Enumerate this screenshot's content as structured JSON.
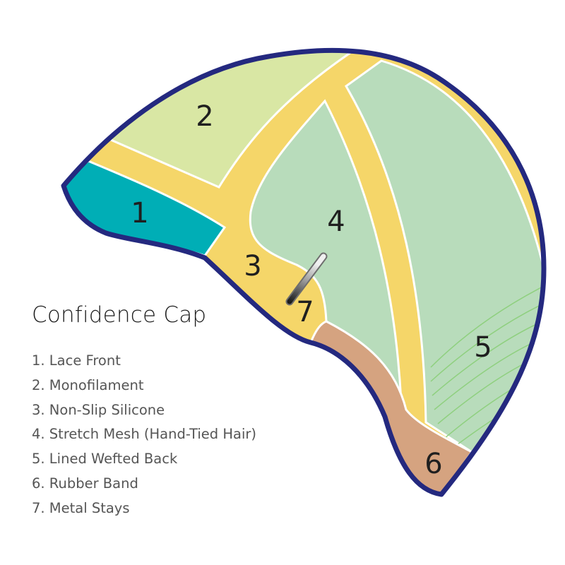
{
  "title": "Confidence Cap",
  "colors": {
    "outline": "#24297f",
    "lace_front": "#00aeb6",
    "monofilament": "#d9e7a4",
    "silicone": "#f5d669",
    "stretch_mesh": "#b8dcbb",
    "wefted_back": "#b8dcbb",
    "rubber_band": "#d5a380",
    "weft_lines": "#8fd07f"
  },
  "regions": [
    {
      "id": "1",
      "name": "Lace Front"
    },
    {
      "id": "2",
      "name": "Monofilament"
    },
    {
      "id": "3",
      "name": "Non-Slip Silicone"
    },
    {
      "id": "4",
      "name": "Stretch Mesh (Hand-Tied Hair)"
    },
    {
      "id": "5",
      "name": "Lined Wefted Back"
    },
    {
      "id": "6",
      "name": "Rubber Band"
    },
    {
      "id": "7",
      "name": "Metal Stays"
    }
  ],
  "legend": [
    "1. Lace Front",
    "2. Monofilament",
    "3. Non-Slip Silicone",
    "4. Stretch Mesh (Hand-Tied Hair)",
    "5. Lined Wefted Back",
    "6. Rubber Band",
    "7. Metal Stays"
  ]
}
